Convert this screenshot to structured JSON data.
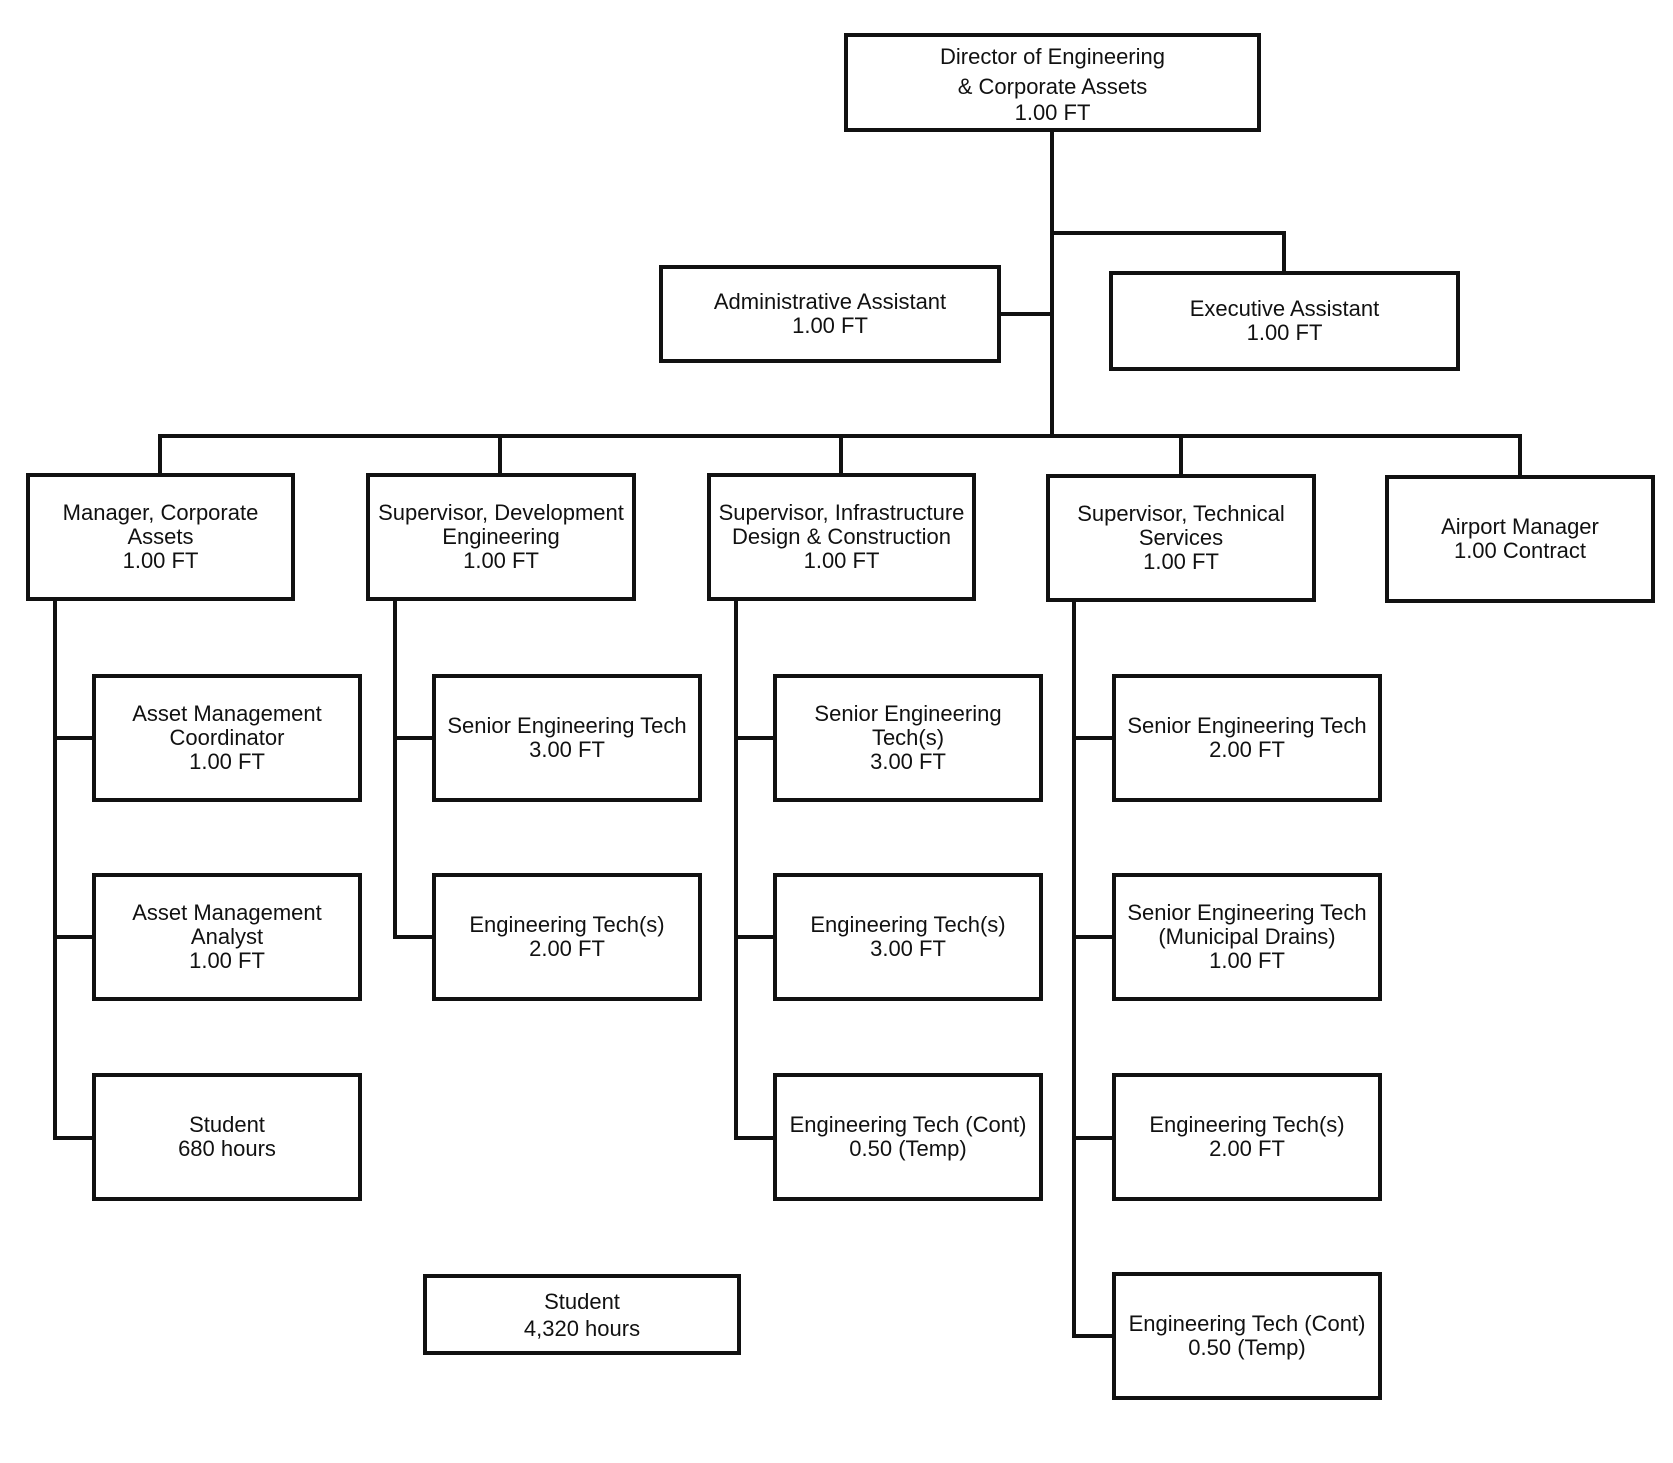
{
  "chart": {
    "director": {
      "l1": "Director of Engineering",
      "l2": "& Corporate Assets",
      "l3": "1.00 FT"
    },
    "admin_assistant": {
      "l1": "Administrative Assistant",
      "l2": "1.00 FT"
    },
    "exec_assistant": {
      "l1": "Executive Assistant",
      "l2": "1.00 FT"
    },
    "mgr_corp_assets": {
      "l1": "Manager, Corporate",
      "l2": "Assets",
      "l3": "1.00 FT"
    },
    "sup_dev_eng": {
      "l1": "Supervisor, Development",
      "l2": "Engineering",
      "l3": "1.00 FT"
    },
    "sup_infra": {
      "l1": "Supervisor, Infrastructure",
      "l2": "Design & Construction",
      "l3": "1.00 FT"
    },
    "sup_tech": {
      "l1": "Supervisor, Technical",
      "l2": "Services",
      "l3": "1.00 FT"
    },
    "airport_mgr": {
      "l1": "Airport Manager",
      "l2": "1.00 Contract"
    },
    "asset_mgmt_coord": {
      "l1": "Asset Management",
      "l2": "Coordinator",
      "l3": "1.00 FT"
    },
    "asset_mgmt_analyst": {
      "l1": "Asset Management",
      "l2": "Analyst",
      "l3": "1.00 FT"
    },
    "student_680": {
      "l1": "Student",
      "l2": "680 hours"
    },
    "dev_senior_tech": {
      "l1": "Senior Engineering Tech",
      "l2": "3.00 FT"
    },
    "dev_eng_tech": {
      "l1": "Engineering Tech(s)",
      "l2": "2.00 FT"
    },
    "infra_senior_tech": {
      "l1": "Senior Engineering",
      "l2": "Tech(s)",
      "l3": "3.00 FT"
    },
    "infra_eng_tech": {
      "l1": "Engineering Tech(s)",
      "l2": "3.00 FT"
    },
    "infra_eng_tech_cont": {
      "l1": "Engineering Tech (Cont)",
      "l2": "0.50 (Temp)"
    },
    "tech_senior_tech": {
      "l1": "Senior Engineering Tech",
      "l2": "2.00 FT"
    },
    "tech_senior_drains": {
      "l1": "Senior Engineering Tech",
      "l2": "(Municipal Drains)",
      "l3": "1.00 FT"
    },
    "tech_eng_tech": {
      "l1": "Engineering Tech(s)",
      "l2": "2.00 FT"
    },
    "tech_eng_tech_cont": {
      "l1": "Engineering Tech (Cont)",
      "l2": "0.50 (Temp)"
    },
    "student_4320": {
      "l1": "Student",
      "l2": "4,320 hours"
    }
  }
}
